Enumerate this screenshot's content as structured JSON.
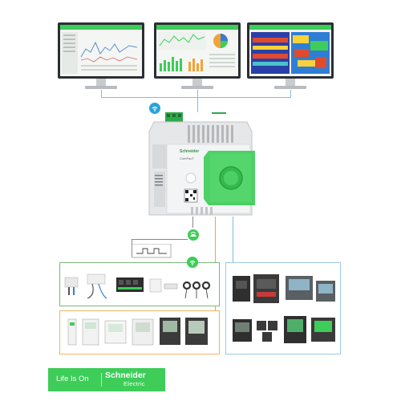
{
  "brand": {
    "tagline": "Life Is On",
    "logo_name": "Schneider",
    "logo_sub": "Electric",
    "color": "#3dcd58"
  },
  "device": {
    "brand_label": "Schneider",
    "product_label": "ComPacT",
    "wifi_icon": "wifi-icon",
    "screen_color": "#3dcd58"
  },
  "colors": {
    "lan": "#7fbde2",
    "wireless": "#4caf50",
    "serial": "#f0a24a"
  }
}
